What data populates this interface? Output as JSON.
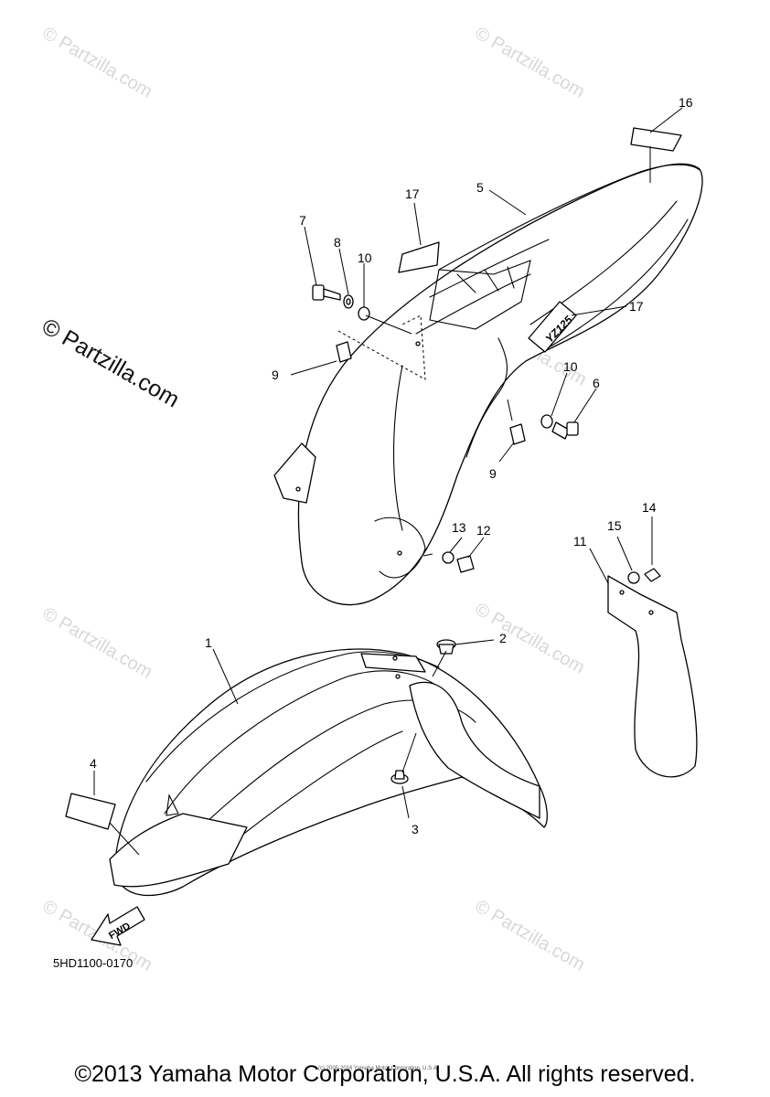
{
  "watermarks": {
    "small": "© Partzilla.com",
    "large": "© Partzilla.com"
  },
  "callouts": {
    "c1": "1",
    "c2": "2",
    "c3": "3",
    "c4": "4",
    "c5": "5",
    "c6": "6",
    "c7": "7",
    "c8": "8",
    "c9a": "9",
    "c9b": "9",
    "c10a": "10",
    "c10b": "10",
    "c11": "11",
    "c12": "12",
    "c13": "13",
    "c14": "14",
    "c15": "15",
    "c16": "16",
    "c17a": "17",
    "c17b": "17"
  },
  "fwd_label": "FWD",
  "decal_text": "YZ125",
  "diagram_code": "5HD1100-0170",
  "fine_print": "(c) 2005-2016 Yamaha Motor Corporation, U.S.A.",
  "copyright": "©2013 Yamaha Motor Corporation, U.S.A. All rights reserved."
}
